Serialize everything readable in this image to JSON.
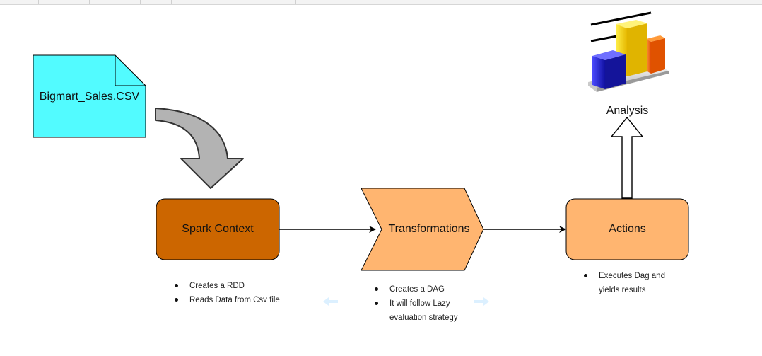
{
  "nodes": {
    "csv_file": {
      "label": "Bigmart_Sales.CSV",
      "fill": "#52fbff"
    },
    "spark_context": {
      "label": "Spark Context",
      "fill": "#cc6600"
    },
    "transformations": {
      "label": "Transformations",
      "fill": "#ffb570"
    },
    "actions": {
      "label": "Actions",
      "fill": "#ffb570"
    },
    "analysis": {
      "label": "Analysis",
      "icon": "bar-chart-3d-icon"
    }
  },
  "notes": {
    "spark_context": [
      "Creates a RDD",
      "Reads Data from Csv file"
    ],
    "transformations": [
      "Creates a DAG",
      "It will follow Lazy",
      "evaluation strategy"
    ],
    "actions": [
      "Executes Dag and",
      "yields results"
    ]
  },
  "colors": {
    "curved_arrow": "#b3b3b3",
    "chart_bar_blue": "#2525c0",
    "chart_bar_yellow": "#ffd500",
    "chart_bar_orange": "#ff7a00"
  }
}
